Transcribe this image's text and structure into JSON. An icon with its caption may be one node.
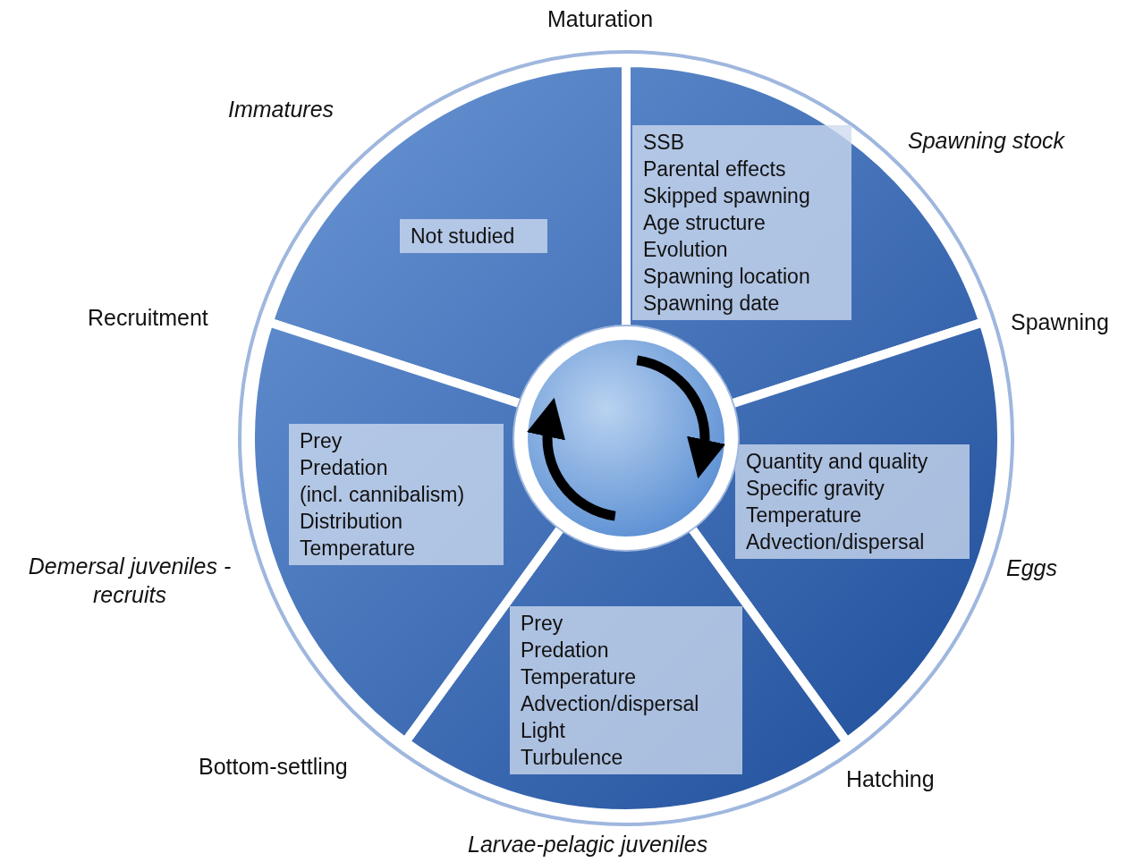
{
  "diagram": {
    "nodes": [
      {
        "text": [
          "Immatures"
        ]
      },
      {
        "text": [
          "Not studied"
        ],
        "in": 0
      },
      {
        "text": [
          "Spawning stock"
        ]
      },
      {
        "text": [
          "SSB",
          "Parental effects",
          "Skipped spawning",
          "Age structure",
          "Evolution",
          "Spawning location",
          "Spawning date"
        ],
        "in": 2
      },
      {
        "text": [
          "Eggs"
        ]
      },
      {
        "text": [
          "Quantity and quality",
          "Specific gravity",
          "Temperature",
          "Advection/dispersal"
        ],
        "in": 4
      },
      {
        "text": [
          "Larvae-pelagic juveniles"
        ]
      },
      {
        "text": [
          "Prey",
          "Predation",
          "Temperature",
          "Advection/dispersal",
          "Light",
          "Turbulence"
        ],
        "in": 6
      },
      {
        "text": [
          "Demersal juveniles - recruits"
        ]
      },
      {
        "text": [
          "Prey",
          "Predation",
          "(incl. cannibalism)",
          "Distribution",
          "Temperature"
        ],
        "in": 8
      },
      {
        "text": [],
        "shape": "circle"
      }
    ],
    "edges": [],
    "labels": [
      "Maturation",
      "Recruitment",
      "Spawning",
      "Hatching",
      "Bottom-settling"
    ]
  }
}
